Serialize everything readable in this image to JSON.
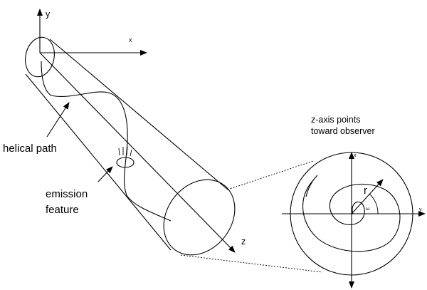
{
  "colors": {
    "stroke": "#000000",
    "background": "#ffffff"
  },
  "axes3d": {
    "y_label": "y",
    "x_label": "x",
    "z_label": "z"
  },
  "cross_section": {
    "x_label": "x",
    "y_label": "y",
    "radius_label": "r",
    "angle_label": "ω",
    "note_line1": "z-axis points",
    "note_line2": "toward observer"
  },
  "labels": {
    "helical_path": "helical path",
    "emission_line1": "emission",
    "emission_line2": "feature"
  }
}
